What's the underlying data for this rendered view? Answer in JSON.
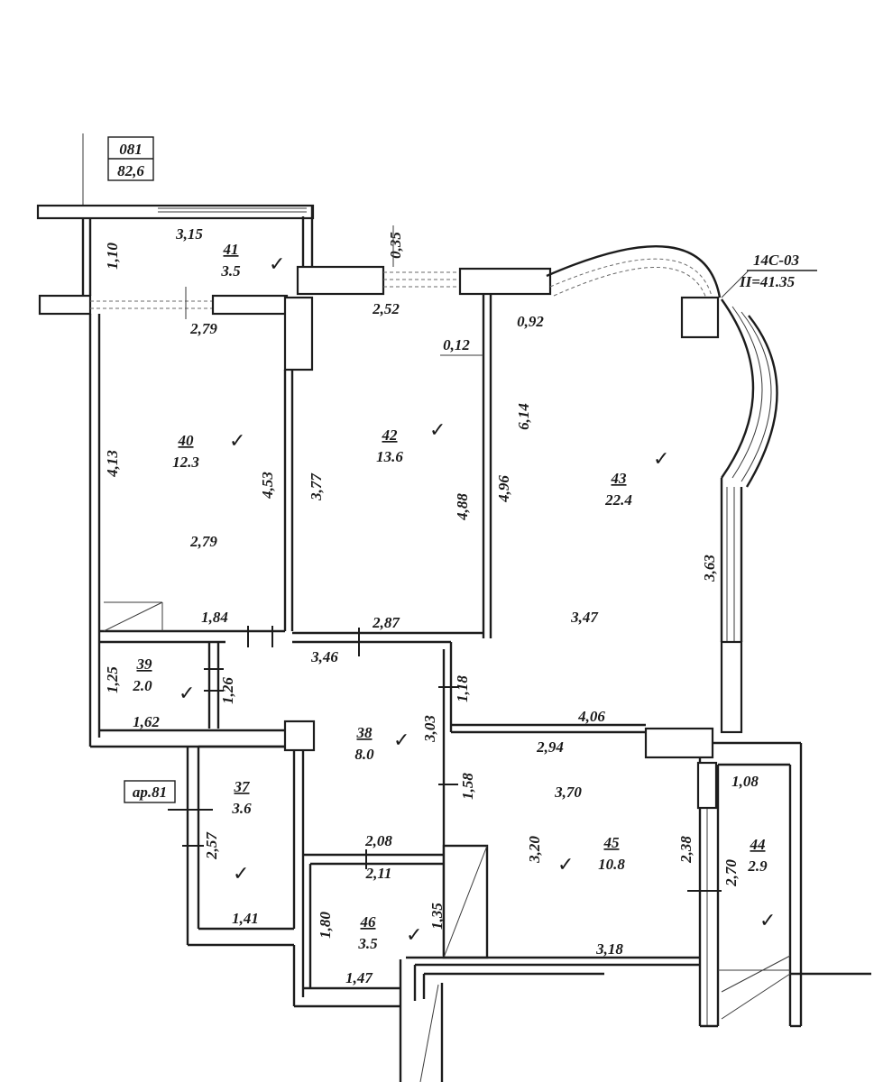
{
  "plan_tag": {
    "top": "081",
    "bottom": "82,6"
  },
  "apartment_tag": "ap.81",
  "section_tag": {
    "top": "14C-03",
    "bottom": "II=41.35"
  },
  "rooms": [
    {
      "id": "r37",
      "number": "37",
      "area": "3.6"
    },
    {
      "id": "r38",
      "number": "38",
      "area": "8.0"
    },
    {
      "id": "r39",
      "number": "39",
      "area": "2.0"
    },
    {
      "id": "r40",
      "number": "40",
      "area": "12.3"
    },
    {
      "id": "r41",
      "number": "41",
      "area": "3.5"
    },
    {
      "id": "r42",
      "number": "42",
      "area": "13.6"
    },
    {
      "id": "r43",
      "number": "43",
      "area": "22.4"
    },
    {
      "id": "r44",
      "number": "44",
      "area": "2.9"
    },
    {
      "id": "r45",
      "number": "45",
      "area": "10.8"
    },
    {
      "id": "r46",
      "number": "46",
      "area": "3.5"
    }
  ],
  "check_mark": "✓",
  "dimensions": {
    "d315": "3,15",
    "d110": "1,10",
    "d279_top": "2,79",
    "d035": "0,35",
    "d252": "2,52",
    "d092": "0,92",
    "d012": "0,12",
    "d413": "4,13",
    "d453": "4,53",
    "d279_mid": "2,79",
    "d377": "3,77",
    "d488": "4,88",
    "d496": "4,96",
    "d614": "6,14",
    "d363": "3,63",
    "d347": "3,47",
    "d184": "1,84",
    "d287": "2,87",
    "d346": "3,46",
    "d125": "1,25",
    "d126": "1,26",
    "d162": "1,62",
    "d118": "1,18",
    "d303": "3,03",
    "d406": "4,06",
    "d294": "2,94",
    "d370": "3,70",
    "d158": "1,58",
    "d108": "1,08",
    "d257": "2,57",
    "d208": "2,08",
    "d211": "2,11",
    "d320": "3,20",
    "d238": "2,38",
    "d270": "2,70",
    "d141": "1,41",
    "d180": "1,80",
    "d135": "1,35",
    "d318": "3,18",
    "d147": "1,47"
  }
}
